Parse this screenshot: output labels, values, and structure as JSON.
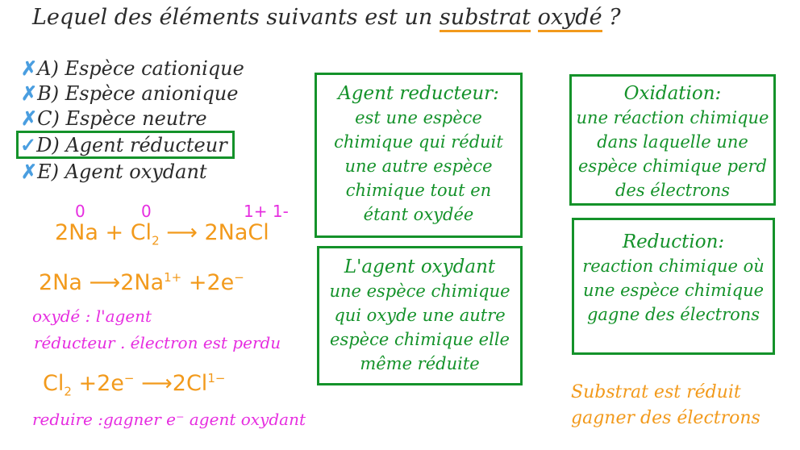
{
  "title": {
    "prefix": "Lequel des éléments suivants est un ",
    "word1": "substrat",
    "space": " ",
    "word2": "oxydé",
    "suffix": " ?"
  },
  "options": [
    {
      "mark": "✗",
      "label": "A) Espèce cationique"
    },
    {
      "mark": "✗",
      "label": "B) Espèce anionique"
    },
    {
      "mark": "✗",
      "label": "C) Espèce neutre"
    },
    {
      "mark": "✓",
      "label": "D) Agent réducteur"
    },
    {
      "mark": "✗",
      "label": "E) Agent oxydant"
    }
  ],
  "equations": {
    "eq1": {
      "ox_na": "0",
      "ox_cl": "0",
      "ox_nacl": "1+ 1-",
      "text": "2Na + Cl",
      "sub": "2",
      "arrow": " ⟶ 2NaCl"
    },
    "eq2": {
      "text": "2Na ⟶2Na",
      "sup1": "1+",
      "rest": " +2e",
      "sup2": "−"
    },
    "note1": "oxydé   : l'agent",
    "note2": "réducteur . électron est perdu",
    "eq3": {
      "text": "Cl",
      "sub": "2",
      "rest": " +2e",
      "sup1": "−",
      "arrow": " ⟶2Cl",
      "sup2": "1−"
    },
    "note3": "reduire  :gagner e⁻   agent oxydant"
  },
  "boxes": {
    "reducteur": [
      "Agent reducteur:",
      "est une espèce",
      "chimique qui réduit",
      "une autre espèce",
      "chimique tout en",
      "étant oxydée"
    ],
    "oxydant": [
      "L'agent oxydant",
      "une espèce chimique",
      "qui oxyde une autre",
      "espèce chimique elle",
      "même réduite"
    ],
    "oxidation": [
      "Oxidation:",
      "une réaction chimique",
      "dans laquelle une",
      "espèce chimique perd",
      "des électrons"
    ],
    "reduction": [
      "Reduction:",
      "reaction chimique où",
      "une espèce chimique",
      "gagne des électrons"
    ]
  },
  "footer": [
    "Substrat est réduit",
    "gagner des électrons"
  ],
  "colors": {
    "ink": "#2b2b2b",
    "green": "#14922a",
    "orange": "#f29a1c",
    "pink": "#e62ee0",
    "blue": "#4a9ee0"
  }
}
